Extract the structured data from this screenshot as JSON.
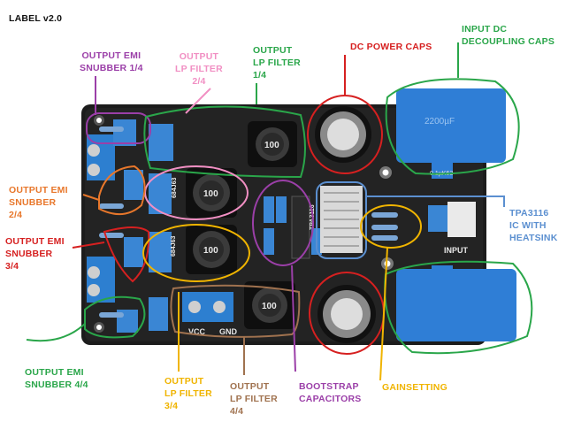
{
  "version_label": "LABEL v2.0",
  "colors": {
    "purple": "#9b3fa8",
    "pink": "#f18fc3",
    "green": "#2aa64a",
    "red": "#d62020",
    "orange": "#e8772b",
    "blue": "#5b8fd0",
    "yellow": "#f0b400",
    "brown": "#a0724f",
    "board": "#1a1a1a"
  },
  "labels": {
    "out_emi_1": [
      "OUTPUT EMI",
      "SNUBBER 1/4"
    ],
    "out_lp_2": [
      "OUTPUT",
      "LP FILTER",
      "2/4"
    ],
    "out_lp_1": [
      "OUTPUT",
      "LP FILTER",
      "1/4"
    ],
    "dc_power_caps": [
      "DC POWER CAPS"
    ],
    "input_dc_caps": [
      "INPUT DC",
      "DECOUPLING CAPS"
    ],
    "out_emi_2": [
      "OUTPUT EMI",
      "SNUBBER",
      "2/4"
    ],
    "out_emi_3": [
      "OUTPUT EMI",
      "SNUBBER",
      "3/4"
    ],
    "tpa": [
      "TPA3116",
      "IC WITH",
      "HEATSINK"
    ],
    "out_emi_4": [
      "OUTPUT EMI",
      "SNUBBER 4/4"
    ],
    "out_lp_3": [
      "OUTPUT",
      "LP FILTER",
      "3/4"
    ],
    "out_lp_4": [
      "OUTPUT",
      "LP FILTER",
      "4/4"
    ],
    "bootstrap": [
      "BOOTSTRAP",
      "CAPACITORS"
    ],
    "gainsetting": [
      "GAINSETTING"
    ]
  },
  "silkscreen": {
    "vcc": "VCC",
    "gnd": "GND",
    "input": "INPUT",
    "chip": "TPA3116",
    "inductor": "100",
    "cap_code": "684J63",
    "cap_code_2": "0.1µK63",
    "film_cap": "2200µF"
  }
}
